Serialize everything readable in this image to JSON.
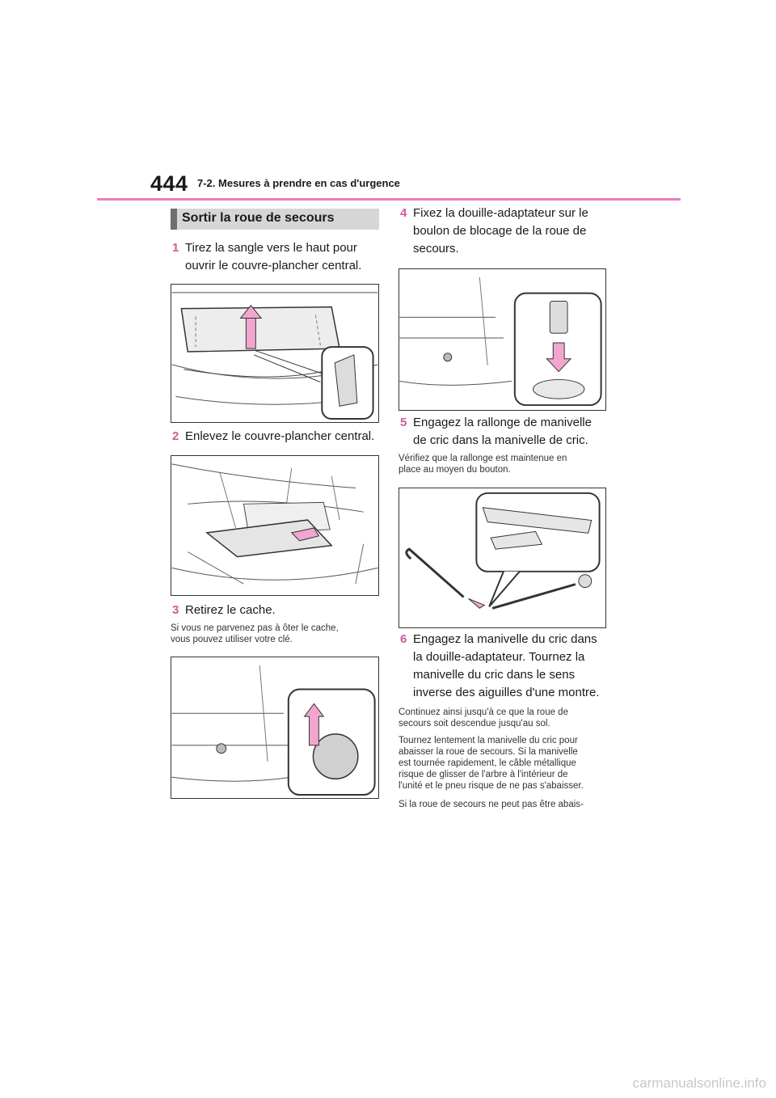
{
  "page": {
    "number": "444",
    "section_header": "7-2. Mesures à prendre en cas d'urgence",
    "title": "Sortir la roue de secours",
    "watermark": "carmanualsonline.info"
  },
  "steps": [
    {
      "num": "1",
      "lines": [
        "Tirez la sangle vers le haut pour",
        "ouvrir le couvre-plancher central."
      ],
      "notes": []
    },
    {
      "num": "2",
      "lines": [
        "Enlevez le couvre-plancher central."
      ],
      "notes": []
    },
    {
      "num": "3",
      "lines": [
        "Retirez le cache."
      ],
      "notes": [
        [
          "Si vous ne parvenez pas à ôter le cache,",
          "vous pouvez utiliser votre clé."
        ]
      ]
    },
    {
      "num": "4",
      "lines": [
        "Fixez la douille-adaptateur sur le",
        "boulon de blocage de la roue de",
        "secours."
      ],
      "notes": []
    },
    {
      "num": "5",
      "lines": [
        "Engagez la rallonge de manivelle",
        "de cric dans la manivelle de cric."
      ],
      "notes": [
        [
          "Vérifiez que la rallonge est maintenue en",
          "place au moyen du bouton."
        ]
      ]
    },
    {
      "num": "6",
      "lines": [
        "Engagez la manivelle du cric dans",
        "la douille-adaptateur. Tournez la",
        "manivelle du cric dans le sens",
        "inverse des aiguilles d'une montre."
      ],
      "notes": [
        [
          "Continuez ainsi jusqu'à ce que la roue de",
          "secours soit descendue jusqu'au sol."
        ],
        [
          "Tournez lentement la manivelle du cric pour",
          "abaisser la roue de secours. Si la manivelle",
          "est tournée rapidement, le câble métallique",
          "risque de glisser de l'arbre à l'intérieur de",
          "l'unité et le pneu risque de ne pas s'abaisser."
        ],
        [
          "Si la roue de secours ne peut pas être abais-"
        ]
      ]
    }
  ],
  "colors": {
    "accent": "#e77fbf",
    "step_number": "#d05a9b",
    "arrow_fill": "#f2a6cf",
    "title_bg": "#d6d6d6",
    "title_bar": "#6f6f6f"
  },
  "icons": [
    "floor-cover-illustration",
    "cargo-area-illustration",
    "cover-removal-illustration",
    "socket-adapter-illustration",
    "jack-handle-illustration"
  ]
}
